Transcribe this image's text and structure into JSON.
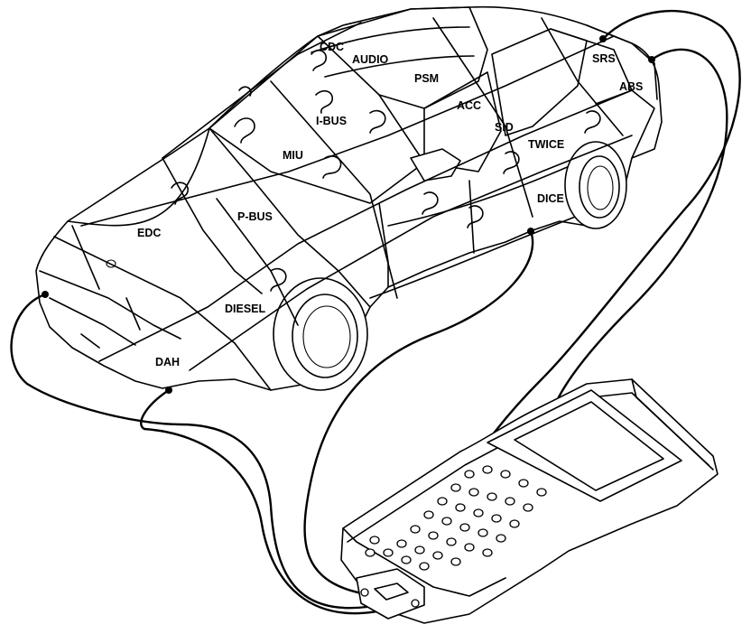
{
  "diagram": {
    "modules": {
      "cdc": "CDC",
      "audio": "AUDIO",
      "psm": "PSM",
      "srs": "SRS",
      "abs": "ABS",
      "ibus": "I-BUS",
      "acc": "ACC",
      "sid": "SID",
      "miu": "MIU",
      "twice": "TWICE",
      "edc": "EDC",
      "pbus": "P-BUS",
      "dice": "DICE",
      "diesel": "DIESEL",
      "dah": "DAH"
    }
  }
}
